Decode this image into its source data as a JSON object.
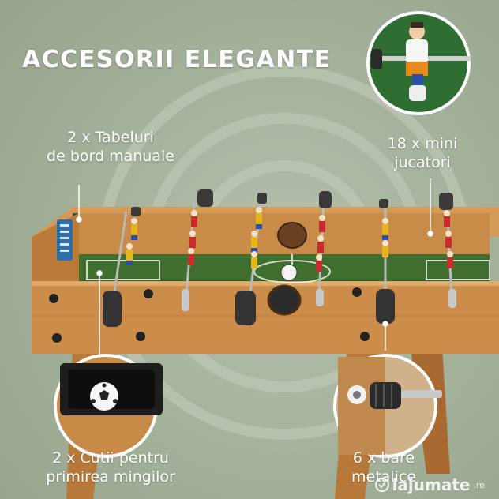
{
  "headline": "ACCESORII ELEGANTE",
  "callouts": {
    "scoreboards": {
      "line1": "2 x Tabeluri",
      "line2": "de bord manuale"
    },
    "players": {
      "line1": "18 x mini",
      "line2": "jucatori"
    },
    "ball_boxes": {
      "line1": "2 x Cutii pentru",
      "line2": "primirea mingilor"
    },
    "rods": {
      "line1": "6 x bare",
      "line2": "metalice"
    }
  },
  "watermark": {
    "brand": "lajumate",
    "suffix": ".ro"
  },
  "colors": {
    "background": "#a9b5a1",
    "wood": "#c88a47",
    "field": "#3e6b2b",
    "text": "#ffffff"
  },
  "icons": [
    "foosball-table",
    "player-figure",
    "ball",
    "rod-handle",
    "check-icon"
  ]
}
